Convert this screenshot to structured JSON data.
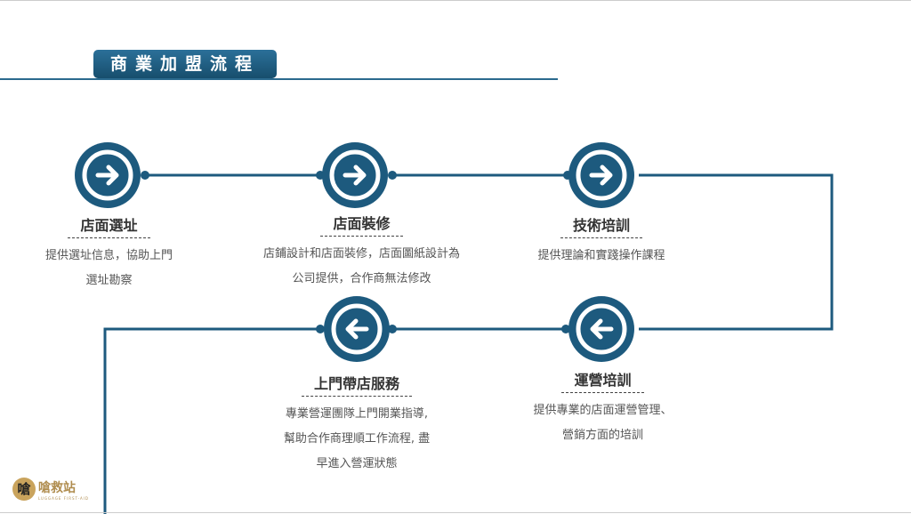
{
  "title": "商業加盟流程",
  "steps": [
    {
      "title": "店面選址",
      "desc1": "提供選址信息，協助上門",
      "desc2": "選址勘察",
      "direction": "right"
    },
    {
      "title": "店面裝修",
      "desc1": "店鋪設計和店面裝修，店面圖紙設計為",
      "desc2": "公司提供，合作商無法修改",
      "direction": "right"
    },
    {
      "title": "技術培訓",
      "desc1": "提供理論和實踐操作課程",
      "direction": "right"
    },
    {
      "title": "運營培訓",
      "desc1": "提供專業的店面運營管理、",
      "desc2": "營銷方面的培訓",
      "direction": "left"
    },
    {
      "title": "上門帶店服務",
      "desc1": "專業營運團隊上門開業指導,",
      "desc2": "幫助合作商理順工作流程, 盡",
      "desc3": "早進入營運狀態",
      "direction": "left"
    }
  ],
  "logo": {
    "name": "嗆救站",
    "tagline": "LUGGAGE FIRST-AID"
  },
  "colors": {
    "primary": "#1d5a7e"
  }
}
